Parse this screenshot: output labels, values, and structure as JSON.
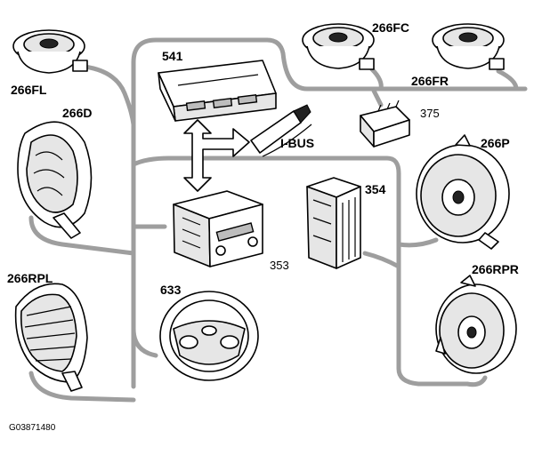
{
  "labels": {
    "speaker_front_left": "266FL",
    "speaker_dash": "266D",
    "speaker_rear_left": "266RPL",
    "head_unit": "541",
    "unit_353": "353",
    "steering_wheel": "633",
    "speaker_front_center": "266FC",
    "speaker_front_right": "266FR",
    "connector_375": "375",
    "ibus": "I-BUS",
    "amplifier": "354",
    "speaker_panel": "266P",
    "speaker_rear_right": "266RPR"
  },
  "figure_code": "G03871480"
}
